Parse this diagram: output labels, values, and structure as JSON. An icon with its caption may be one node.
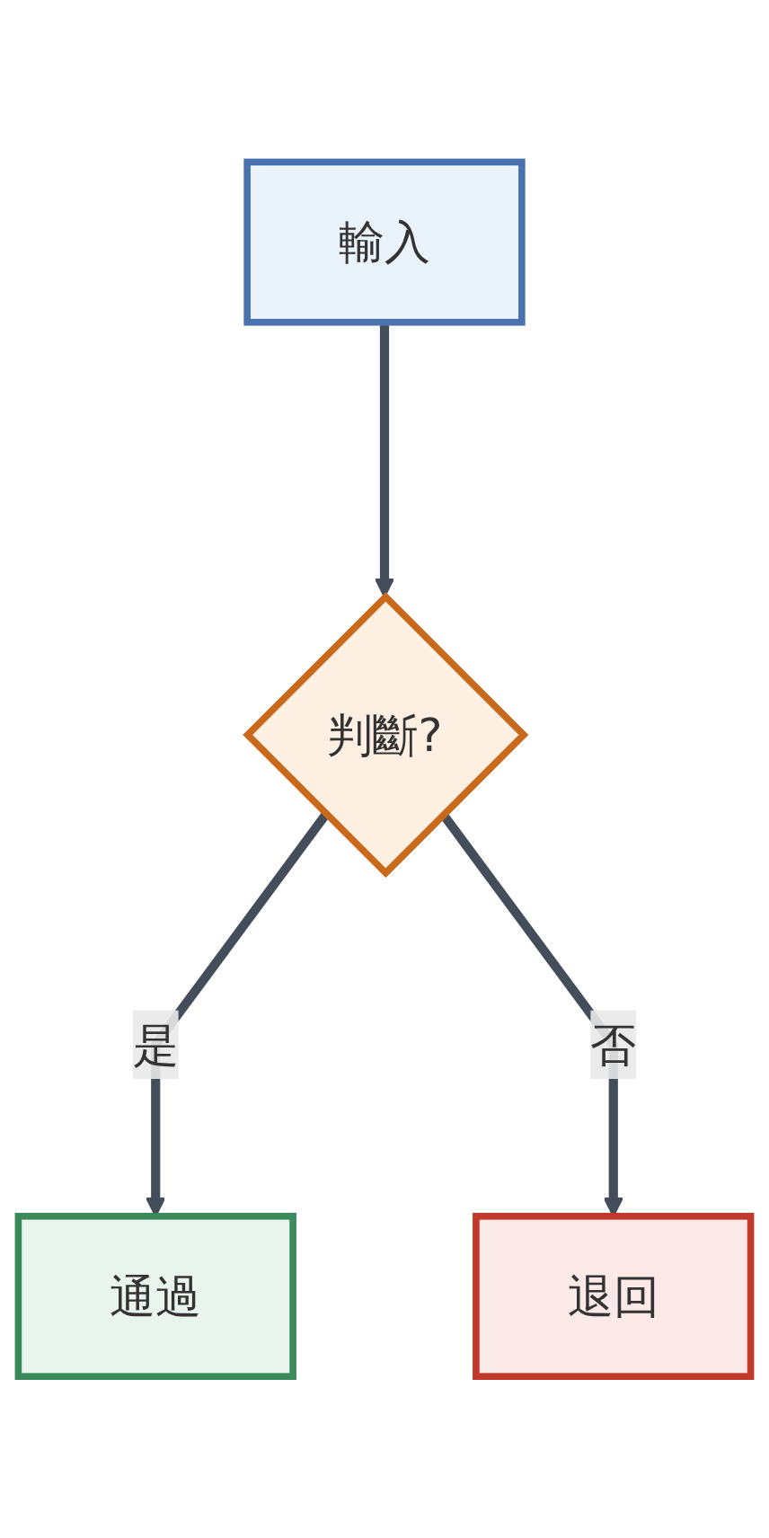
{
  "diagram": {
    "nodes": [
      {
        "text": [
          "輸入"
        ]
      },
      {
        "text": [
          "判斷?"
        ]
      },
      {
        "text": [
          "通過"
        ]
      },
      {
        "text": [
          "退回"
        ]
      }
    ],
    "edges": [
      {
        "from": 0,
        "to": 1,
        "arrow": "to"
      },
      {
        "from": 1,
        "to": 2,
        "arrow": "to",
        "label": "是"
      },
      {
        "from": 1,
        "to": 3,
        "arrow": "to",
        "label": "否"
      }
    ]
  }
}
